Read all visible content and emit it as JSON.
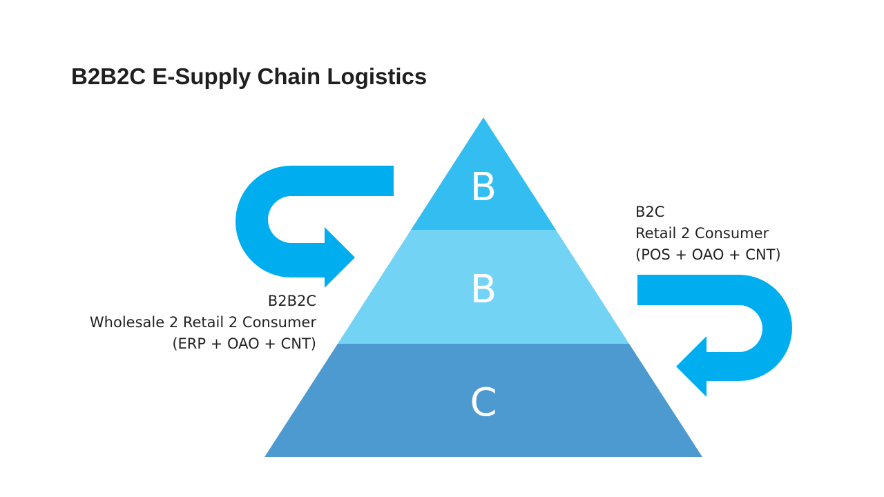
{
  "title": "B2B2C E-Supply Chain Logistics",
  "pyramid": {
    "tiers": [
      {
        "letter": "B",
        "color": "#33bdf0"
      },
      {
        "letter": "B",
        "color": "#73d3f5"
      },
      {
        "letter": "C",
        "color": "#4d9ad1"
      }
    ]
  },
  "left_label": {
    "line1": "B2B2C",
    "line2": "Wholesale 2 Retail 2 Consumer",
    "line3": "(ERP + OAO + CNT)"
  },
  "right_label": {
    "line1": "B2C",
    "line2": "Retail 2 Consumer",
    "line3": "(POS + OAO + CNT)"
  },
  "colors": {
    "arrow": "#00adee",
    "title": "#1f1f1f",
    "text": "#222222"
  }
}
